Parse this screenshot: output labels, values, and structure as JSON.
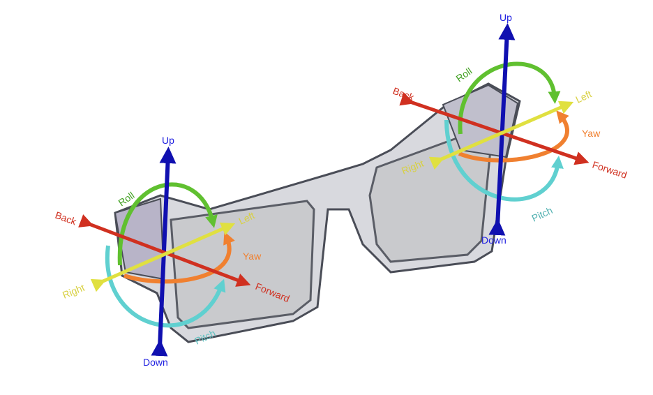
{
  "colors": {
    "up_down": "#1010b0",
    "back_forward": "#d03020",
    "left_right": "#e0e040",
    "roll": "#60c030",
    "yaw": "#f08030",
    "pitch": "#60d0d0",
    "frame": "#4a4d57",
    "lens": "#c9cacd"
  },
  "left_axes": {
    "up": "Up",
    "down": "Down",
    "back": "Back",
    "forward": "Forward",
    "left": "Left",
    "right": "Right",
    "roll": "Roll",
    "yaw": "Yaw",
    "pitch": "Pitch"
  },
  "right_axes": {
    "up": "Up",
    "down": "Down",
    "back": "Back",
    "forward": "Forward",
    "left": "Left",
    "right": "Right",
    "roll": "Roll",
    "yaw": "Yaw",
    "pitch": "Pitch"
  }
}
